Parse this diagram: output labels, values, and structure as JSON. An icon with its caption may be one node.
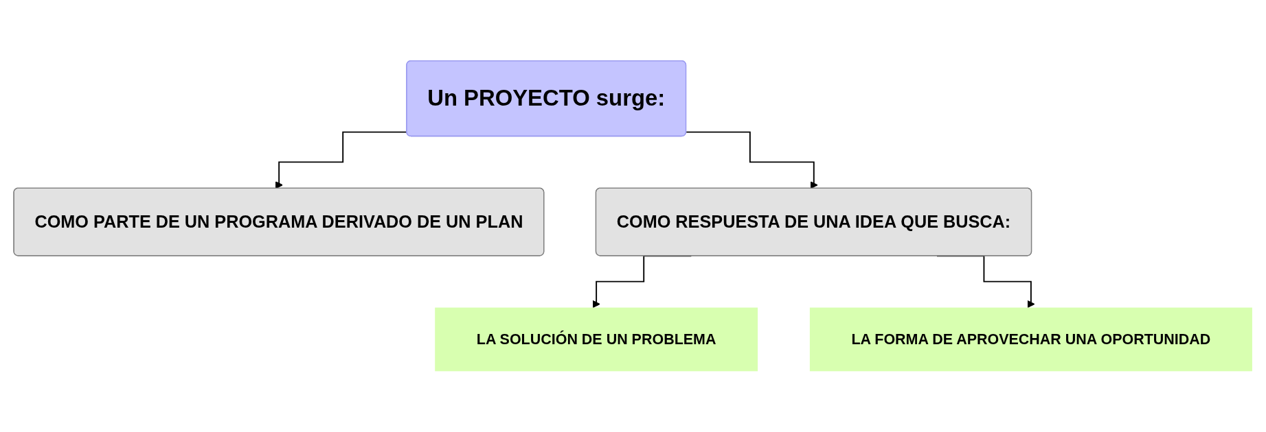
{
  "diagram": {
    "nodes": [
      {
        "text": [
          "Un PROYECTO surge:"
        ]
      },
      {
        "text": [
          "COMO PARTE DE UN PROGRAMA DERIVADO DE UN PLAN"
        ]
      },
      {
        "text": [
          "COMO RESPUESTA DE UNA IDEA QUE BUSCA:"
        ]
      },
      {
        "text": [
          "LA SOLUCIÓN DE UN PROBLEMA"
        ]
      },
      {
        "text": [
          "LA FORMA DE APROVECHAR UNA OPORTUNIDAD"
        ]
      }
    ],
    "edges": [
      {
        "from": 0,
        "to": 1,
        "arrow": "to"
      },
      {
        "from": 0,
        "to": 2,
        "arrow": "to"
      },
      {
        "from": 2,
        "to": 3,
        "arrow": "to"
      },
      {
        "from": 2,
        "to": 4,
        "arrow": "to"
      }
    ]
  }
}
